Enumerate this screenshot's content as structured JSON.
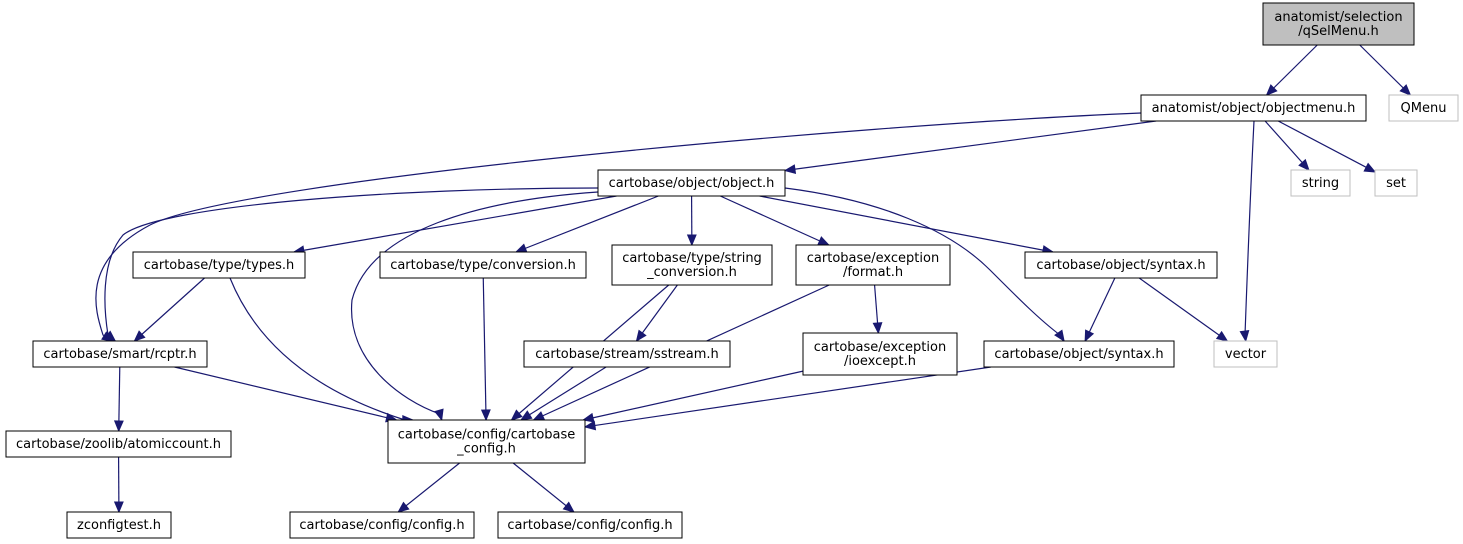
{
  "colors": {
    "edge": "#191970",
    "root_fill": "#bfbfbf",
    "external_border": "#bfbfbf"
  },
  "nodes": [
    {
      "id": "root",
      "lines": [
        "anatomist/selection",
        "/qSelMenu.h"
      ],
      "style": "root"
    },
    {
      "id": "objectmenu",
      "lines": [
        "anatomist/object/objectmenu.h"
      ],
      "style": "normal"
    },
    {
      "id": "qmenu",
      "lines": [
        "QMenu"
      ],
      "style": "external"
    },
    {
      "id": "object",
      "lines": [
        "cartobase/object/object.h"
      ],
      "style": "normal"
    },
    {
      "id": "string",
      "lines": [
        "string"
      ],
      "style": "external"
    },
    {
      "id": "set",
      "lines": [
        "set"
      ],
      "style": "external"
    },
    {
      "id": "types",
      "lines": [
        "cartobase/type/types.h"
      ],
      "style": "normal"
    },
    {
      "id": "conversion",
      "lines": [
        "cartobase/type/conversion.h"
      ],
      "style": "normal"
    },
    {
      "id": "strconv",
      "lines": [
        "cartobase/type/string",
        "_conversion.h"
      ],
      "style": "normal"
    },
    {
      "id": "format",
      "lines": [
        "cartobase/exception",
        "/format.h"
      ],
      "style": "normal"
    },
    {
      "id": "syntax1",
      "lines": [
        "cartobase/object/syntax.h"
      ],
      "style": "normal"
    },
    {
      "id": "rcptr",
      "lines": [
        "cartobase/smart/rcptr.h"
      ],
      "style": "normal"
    },
    {
      "id": "sstream",
      "lines": [
        "cartobase/stream/sstream.h"
      ],
      "style": "normal"
    },
    {
      "id": "ioexcept",
      "lines": [
        "cartobase/exception",
        "/ioexcept.h"
      ],
      "style": "normal"
    },
    {
      "id": "syntax2",
      "lines": [
        "cartobase/object/syntax.h"
      ],
      "style": "normal"
    },
    {
      "id": "vector",
      "lines": [
        "vector"
      ],
      "style": "external"
    },
    {
      "id": "atomic",
      "lines": [
        "cartobase/zoolib/atomiccount.h"
      ],
      "style": "normal"
    },
    {
      "id": "cbconfig",
      "lines": [
        "cartobase/config/cartobase",
        "_config.h"
      ],
      "style": "normal"
    },
    {
      "id": "zconfig",
      "lines": [
        "zconfigtest.h"
      ],
      "style": "normal"
    },
    {
      "id": "config1",
      "lines": [
        "cartobase/config/config.h"
      ],
      "style": "normal"
    },
    {
      "id": "config2",
      "lines": [
        "cartobase/config/config.h"
      ],
      "style": "normal"
    }
  ],
  "edges": [
    [
      "root",
      "objectmenu"
    ],
    [
      "root",
      "qmenu"
    ],
    [
      "objectmenu",
      "object"
    ],
    [
      "objectmenu",
      "rcptr"
    ],
    [
      "objectmenu",
      "string"
    ],
    [
      "objectmenu",
      "set"
    ],
    [
      "objectmenu",
      "vector"
    ],
    [
      "object",
      "types"
    ],
    [
      "object",
      "conversion"
    ],
    [
      "object",
      "strconv"
    ],
    [
      "object",
      "format"
    ],
    [
      "object",
      "syntax1"
    ],
    [
      "object",
      "syntax2"
    ],
    [
      "object",
      "rcptr"
    ],
    [
      "object",
      "cbconfig"
    ],
    [
      "types",
      "rcptr"
    ],
    [
      "types",
      "cbconfig"
    ],
    [
      "conversion",
      "cbconfig"
    ],
    [
      "strconv",
      "sstream"
    ],
    [
      "strconv",
      "cbconfig"
    ],
    [
      "format",
      "ioexcept"
    ],
    [
      "format",
      "cbconfig"
    ],
    [
      "syntax1",
      "syntax2"
    ],
    [
      "syntax1",
      "vector"
    ],
    [
      "rcptr",
      "atomic"
    ],
    [
      "rcptr",
      "cbconfig"
    ],
    [
      "sstream",
      "cbconfig"
    ],
    [
      "ioexcept",
      "cbconfig"
    ],
    [
      "syntax2",
      "cbconfig"
    ],
    [
      "atomic",
      "zconfig"
    ],
    [
      "cbconfig",
      "config1"
    ],
    [
      "cbconfig",
      "config2"
    ]
  ]
}
